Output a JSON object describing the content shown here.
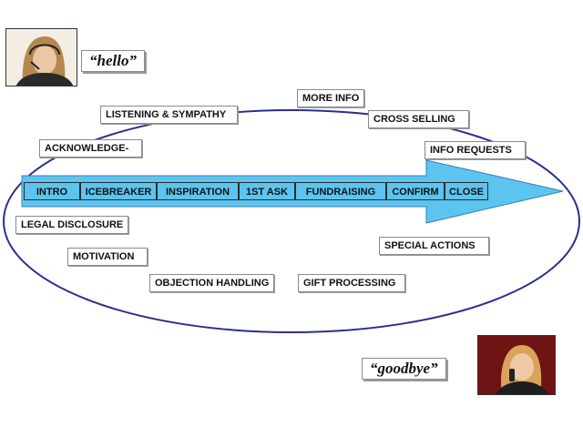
{
  "greeting": {
    "start": "“hello”",
    "end": "“goodbye”"
  },
  "arrow_stages": [
    "INTRO",
    "ICEBREAKER",
    "INSPIRATION",
    "1ST ASK",
    "FUNDRAISING",
    "CONFIRM",
    "CLOSE"
  ],
  "labels": {
    "more_info": "MORE INFO",
    "listening": "LISTENING & SYMPATHY",
    "cross_selling": "CROSS SELLING",
    "acknowledge": "ACKNOWLEDGE-",
    "info_requests": "INFO REQUESTS",
    "legal": "LEGAL DISCLOSURE",
    "motivation": "MOTIVATION",
    "special_actions": "SPECIAL ACTIONS",
    "objection": "OBJECTION HANDLING",
    "gift": "GIFT PROCESSING"
  },
  "colors": {
    "arrow_fill": "#5bc5f0",
    "ellipse_stroke": "#2a2f8a"
  }
}
